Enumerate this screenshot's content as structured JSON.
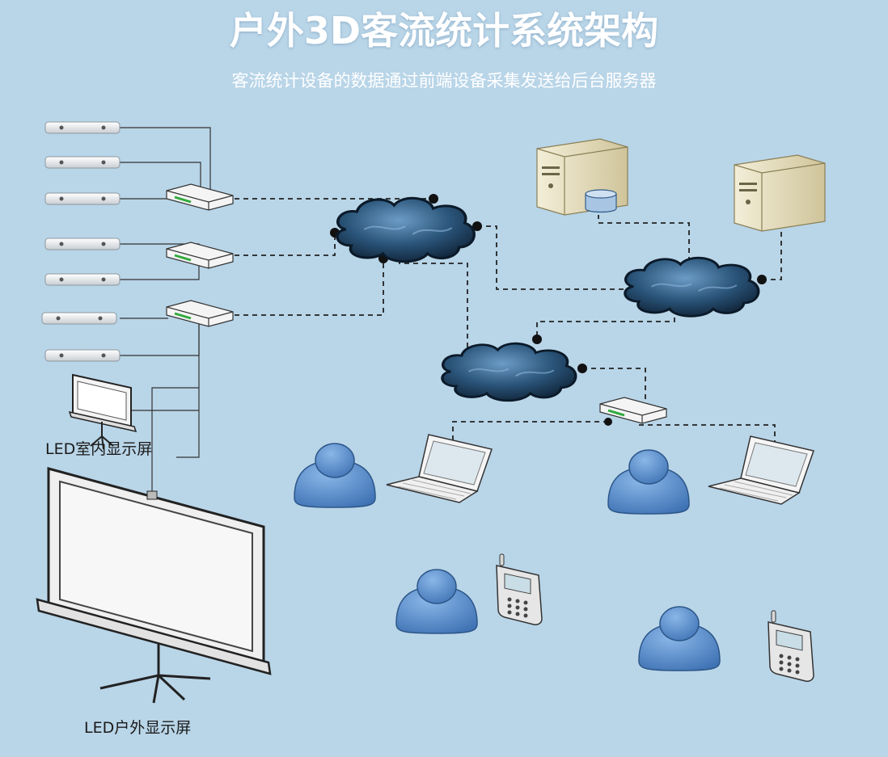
{
  "title": "户外3D客流统计系统架构",
  "subtitle": "客流统计设备的数据通过前端设备采集发送给后台服务器",
  "labels": {
    "indoor_screen": "LED室内显示屏",
    "outdoor_screen": "LED户外显示屏"
  },
  "colors": {
    "background": "#b9d5e8",
    "cloud": "#1d3f5e",
    "person": "#4f86c8",
    "server": "#e9e2c4"
  },
  "icons": {
    "sensor": "3d-counter-sensor-icon",
    "switch": "network-switch-icon",
    "cloud": "network-cloud-icon",
    "server": "server-icon",
    "laptop": "laptop-icon",
    "phone": "mobile-phone-icon",
    "person": "user-icon",
    "screen": "led-screen-icon"
  }
}
